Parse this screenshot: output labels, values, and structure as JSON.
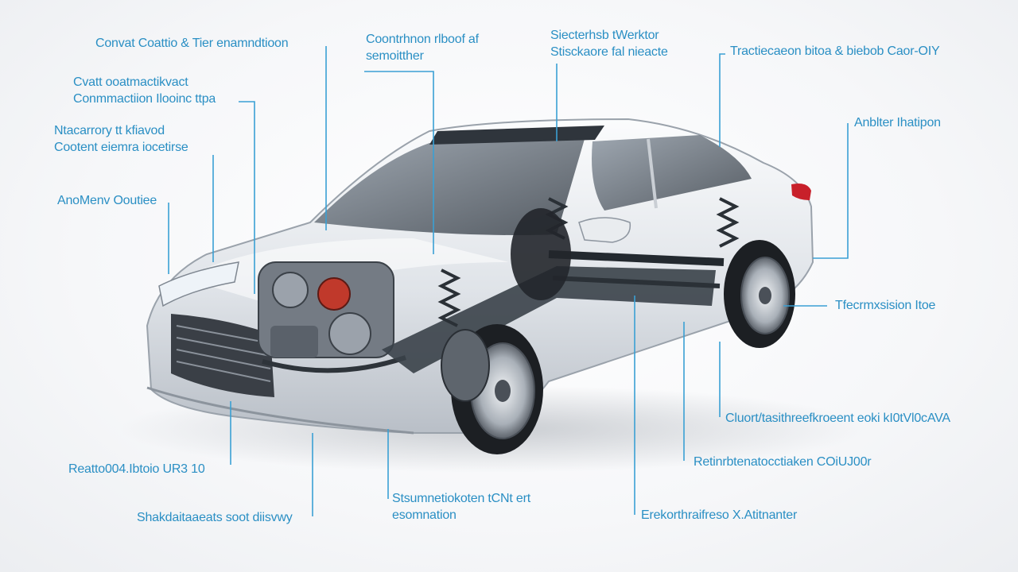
{
  "diagram": {
    "subject": "car-cutaway",
    "label_color": "#2a8fc4",
    "line_color": "#3aa0d4",
    "body_color": "#e6e9ed",
    "labels": [
      {
        "id": "l1",
        "lines": [
          "Convat Coattio & Tier enamndtioon"
        ]
      },
      {
        "id": "l2",
        "lines": [
          "Coontrhnon rlboof af",
          "semoitther"
        ]
      },
      {
        "id": "l3",
        "lines": [
          "Siecterhsb tWerktor",
          "Stisckaore fal nieacte"
        ]
      },
      {
        "id": "l4",
        "lines": [
          "Tractiecaeon bitoa & biebob Caor-OIY"
        ]
      },
      {
        "id": "l5",
        "lines": [
          "Cvatt ooatmactikvact",
          "Conmmactiion Ilooinc ttpa"
        ]
      },
      {
        "id": "l6",
        "lines": [
          "Ntacarrory tt kfiavod",
          "Cootent eiemra iocetirse"
        ]
      },
      {
        "id": "l7",
        "lines": [
          "Anblter Ihatipon"
        ]
      },
      {
        "id": "l8",
        "lines": [
          "AnoMenv Ooutiee"
        ]
      },
      {
        "id": "l9",
        "lines": [
          "Tfecrmxsision Itoe"
        ]
      },
      {
        "id": "l10",
        "lines": [
          "Cluort/tasithreefkroeent eoki kI0tVl0cAVA"
        ]
      },
      {
        "id": "l11",
        "lines": [
          "Retinrbtenatocctiaken COiUJ00r"
        ]
      },
      {
        "id": "l12",
        "lines": [
          "Reatto004.Ibtoio UR3 10"
        ]
      },
      {
        "id": "l13",
        "lines": [
          "Stsumnetiokoten tCNt ert",
          "esomnation"
        ]
      },
      {
        "id": "l14",
        "lines": [
          "Shakdaitaaeats soot diisvwy"
        ]
      },
      {
        "id": "l15",
        "lines": [
          "Erekorthraifreso X.Atitnanter"
        ]
      }
    ]
  }
}
